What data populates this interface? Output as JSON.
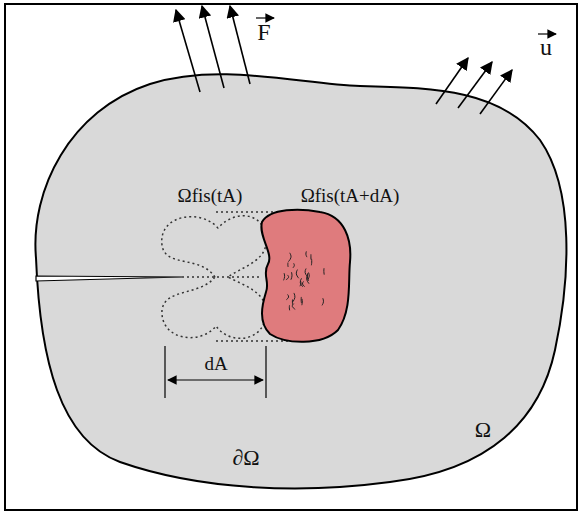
{
  "diagram": {
    "labels": [
      "F",
      "u",
      "Ωfis(tA)",
      "Ωfis(tA+dA)",
      "dA",
      "Ω",
      "∂Ω"
    ]
  }
}
